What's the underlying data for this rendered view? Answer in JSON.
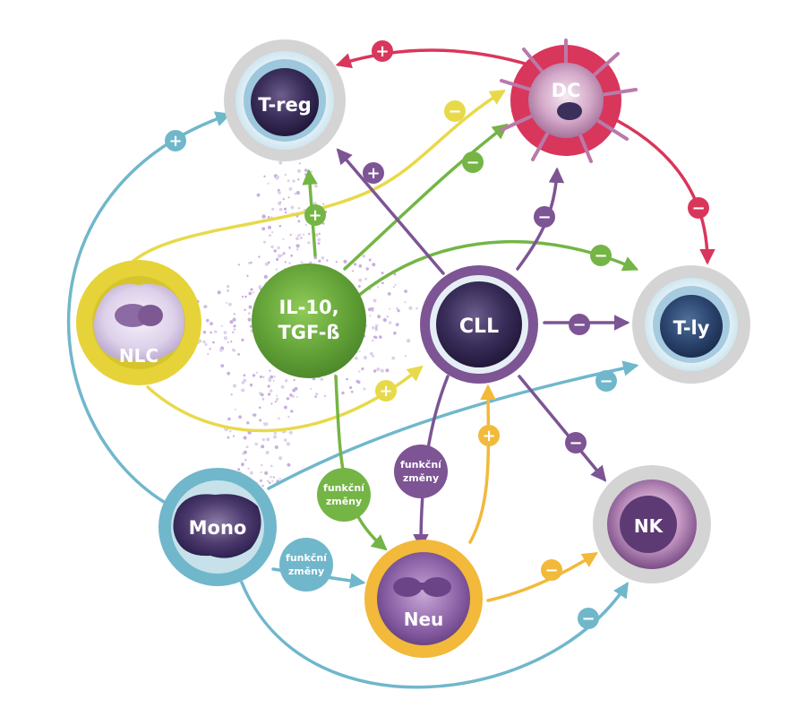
{
  "colors": {
    "purple": "#7d5494",
    "green": "#74b545",
    "yellow": "#e8d94a",
    "orange": "#f2b93a",
    "blue": "#70b7cb",
    "red": "#d9365c",
    "grey": "#d2d2d2"
  },
  "nodes": {
    "treg": "T-reg",
    "dc": "DC",
    "nlc": "NLC",
    "cytokines_line1": "IL-10,",
    "cytokines_line2": "TGF-ß",
    "cll": "CLL",
    "tly": "T-ly",
    "mono": "Mono",
    "nk": "NK",
    "neu": "Neu"
  },
  "signs": {
    "plus": "+",
    "minus": "−"
  },
  "notes": {
    "line1": "funkční",
    "line2": "změny"
  }
}
